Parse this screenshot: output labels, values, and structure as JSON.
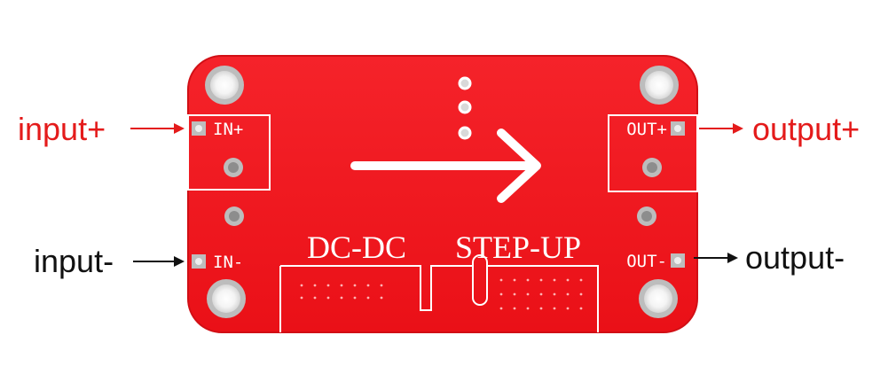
{
  "diagram": {
    "board_silkscreen": {
      "title_left": "DC-DC",
      "title_right": "STEP-UP"
    },
    "pins": {
      "in_plus": "IN+",
      "in_minus": "IN-",
      "out_plus": "OUT+",
      "out_minus": "OUT-"
    },
    "callouts": {
      "input_plus": "input+",
      "input_minus": "input-",
      "output_plus": "output+",
      "output_minus": "output-"
    },
    "colors": {
      "board": "#f2141b",
      "board_dark": "#c90e14",
      "silk": "#ffffff",
      "positive_label": "#e41b1b",
      "negative_label": "#111111"
    }
  }
}
